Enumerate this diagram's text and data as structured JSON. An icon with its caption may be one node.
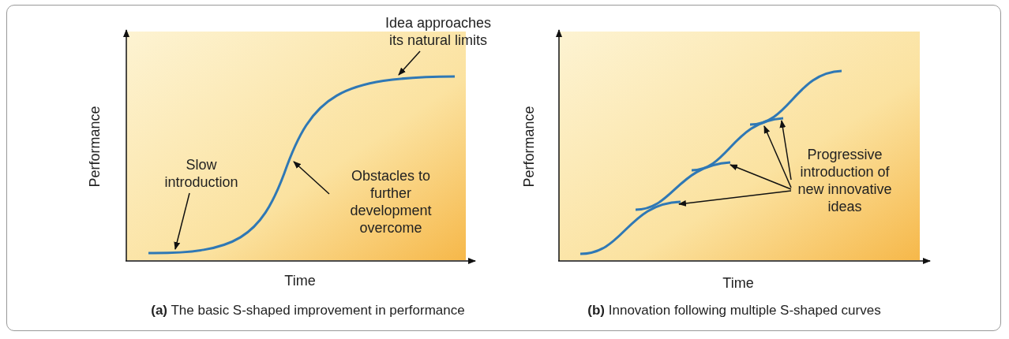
{
  "diagram": {
    "nodes": [
      {
        "text": [
          "Idea approaches its natural limits"
        ]
      },
      {
        "text": [
          "Slow introduction"
        ]
      },
      {
        "text": [
          "Obstacles to further development overcome"
        ]
      },
      {
        "text": [
          "Progressive introduction of new innovative ideas"
        ]
      },
      {
        "text": [],
        "shape": "curve"
      },
      {
        "text": [],
        "shape": "curve"
      },
      {
        "text": [],
        "shape": "curve"
      },
      {
        "text": [],
        "shape": "curve"
      }
    ],
    "edges": [
      {
        "from": 0,
        "to": null,
        "arrow": "to"
      },
      {
        "from": 1,
        "to": null,
        "arrow": "to"
      },
      {
        "from": 2,
        "to": null,
        "arrow": "to"
      },
      {
        "from": 3,
        "to": 4,
        "arrow": "to"
      },
      {
        "from": 3,
        "to": 5,
        "arrow": "to"
      },
      {
        "from": 3,
        "to": 6,
        "arrow": "to"
      },
      {
        "from": 3,
        "to": 6,
        "arrow": "to"
      }
    ],
    "labels": [
      "Performance",
      "Time",
      "**(a)** The basic S-shaped improvement in performance",
      "Performance",
      "Time",
      "**(b)** Innovation following multiple S-shaped curves"
    ]
  }
}
